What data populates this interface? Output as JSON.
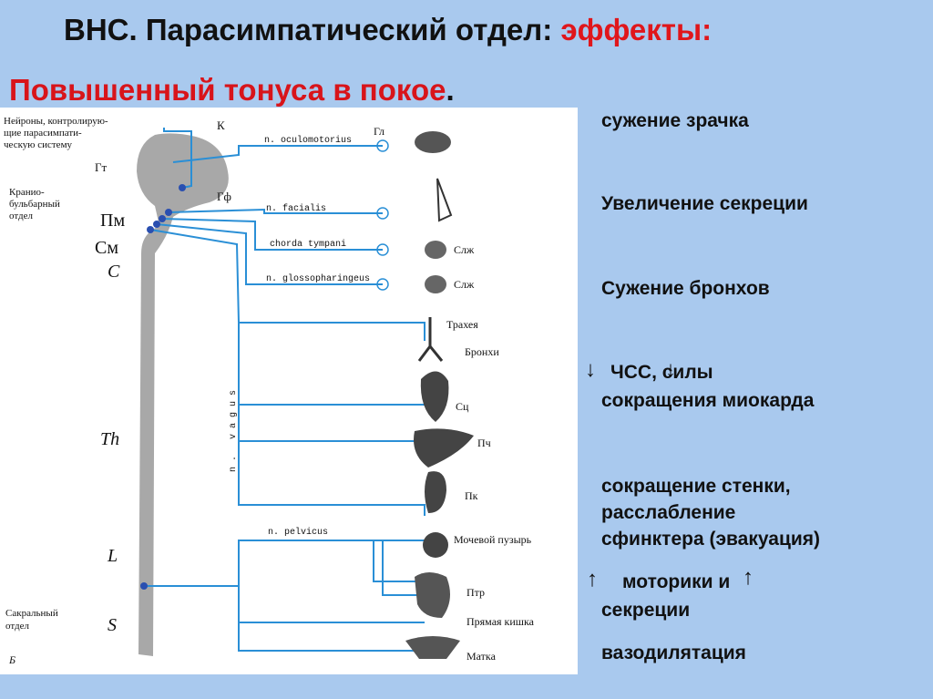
{
  "title": {
    "main": "ВНС. Парасимпатический  отдел: ",
    "accent": "эффекты:"
  },
  "subtitle": {
    "main": "Повышенный тонуса в покое",
    "dot": "."
  },
  "diagram": {
    "neurons_label": [
      "Нейроны, контролирую-",
      "щие парасимпати-",
      "ческую систему"
    ],
    "cranio_label": [
      "Кранио-",
      "бульбарный",
      "отдел"
    ],
    "sacral_label": [
      "Сакральный",
      "отдел"
    ],
    "figure_letter": "Б",
    "brain_labels": {
      "k": "К",
      "gt": "Гт",
      "gf": "Гф",
      "pm": "Пм",
      "sm": "См"
    },
    "spine_labels": {
      "c": "C",
      "th": "Th",
      "l": "L",
      "s": "S"
    },
    "nerves": {
      "oculomotorius": "n. oculomotorius",
      "facialis": "n. facialis",
      "chorda": "chorda tympani",
      "glosso": "n. glossopharingeus",
      "vagus": "n. vagus",
      "pelvicus": "n. pelvicus"
    },
    "organs": {
      "gl": "Гл",
      "slzh1": "Слж",
      "slzh2": "Слж",
      "trachea": "Трахея",
      "bronchi": "Бронхи",
      "sc": "Сц",
      "pch": "Пч",
      "pk": "Пк",
      "bladder": "Мочевой пузырь",
      "ptr": "Птр",
      "rectum": "Прямая кишка",
      "uterus": "Матка"
    }
  },
  "effects": {
    "pupil": "сужение  зрачка",
    "secretion": "Увеличение  секреции",
    "bronchi": "Сужение бронхов",
    "hr_line1": "ЧСС,   силы",
    "hr_line2": "сокращения миокарда",
    "wall_line1": "сокращение стенки,",
    "wall_line2": "расслабление",
    "wall_line3": "сфинктера (эвакуация)",
    "motor_line1": "моторики   и",
    "motor_line2": "секреции",
    "vasodilation": "вазодилятация"
  },
  "colors": {
    "nerve": "#2a8fd6",
    "accent": "#e0161b",
    "background": "#a9c9ee"
  }
}
